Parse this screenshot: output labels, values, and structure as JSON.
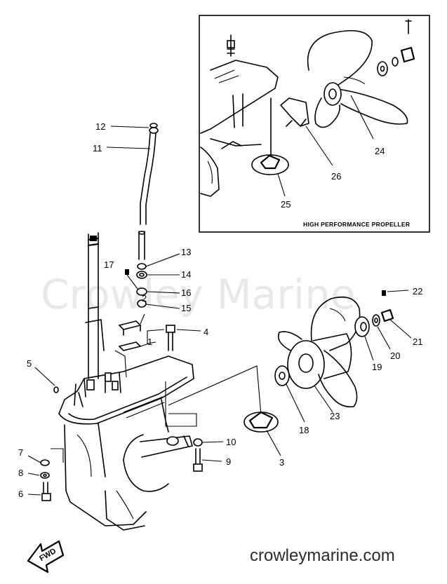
{
  "watermark": "Crowley Marine",
  "site_url": "crowleymarine.com",
  "inset_caption": "HIGH PERFORMANCE PROPELLER",
  "direction_label": "FWD",
  "callouts": {
    "c1": "1",
    "c2": "2",
    "c3": "3",
    "c4": "4",
    "c5": "5",
    "c6": "6",
    "c7": "7",
    "c8": "8",
    "c9": "9",
    "c10": "10",
    "c11": "11",
    "c12": "12",
    "c13": "13",
    "c14": "14",
    "c15": "15",
    "c16": "16",
    "c17": "17",
    "c18": "18",
    "c19": "19",
    "c20": "20",
    "c21": "21",
    "c22": "22",
    "c23": "23",
    "c24": "24",
    "c25": "25",
    "c26": "26"
  }
}
